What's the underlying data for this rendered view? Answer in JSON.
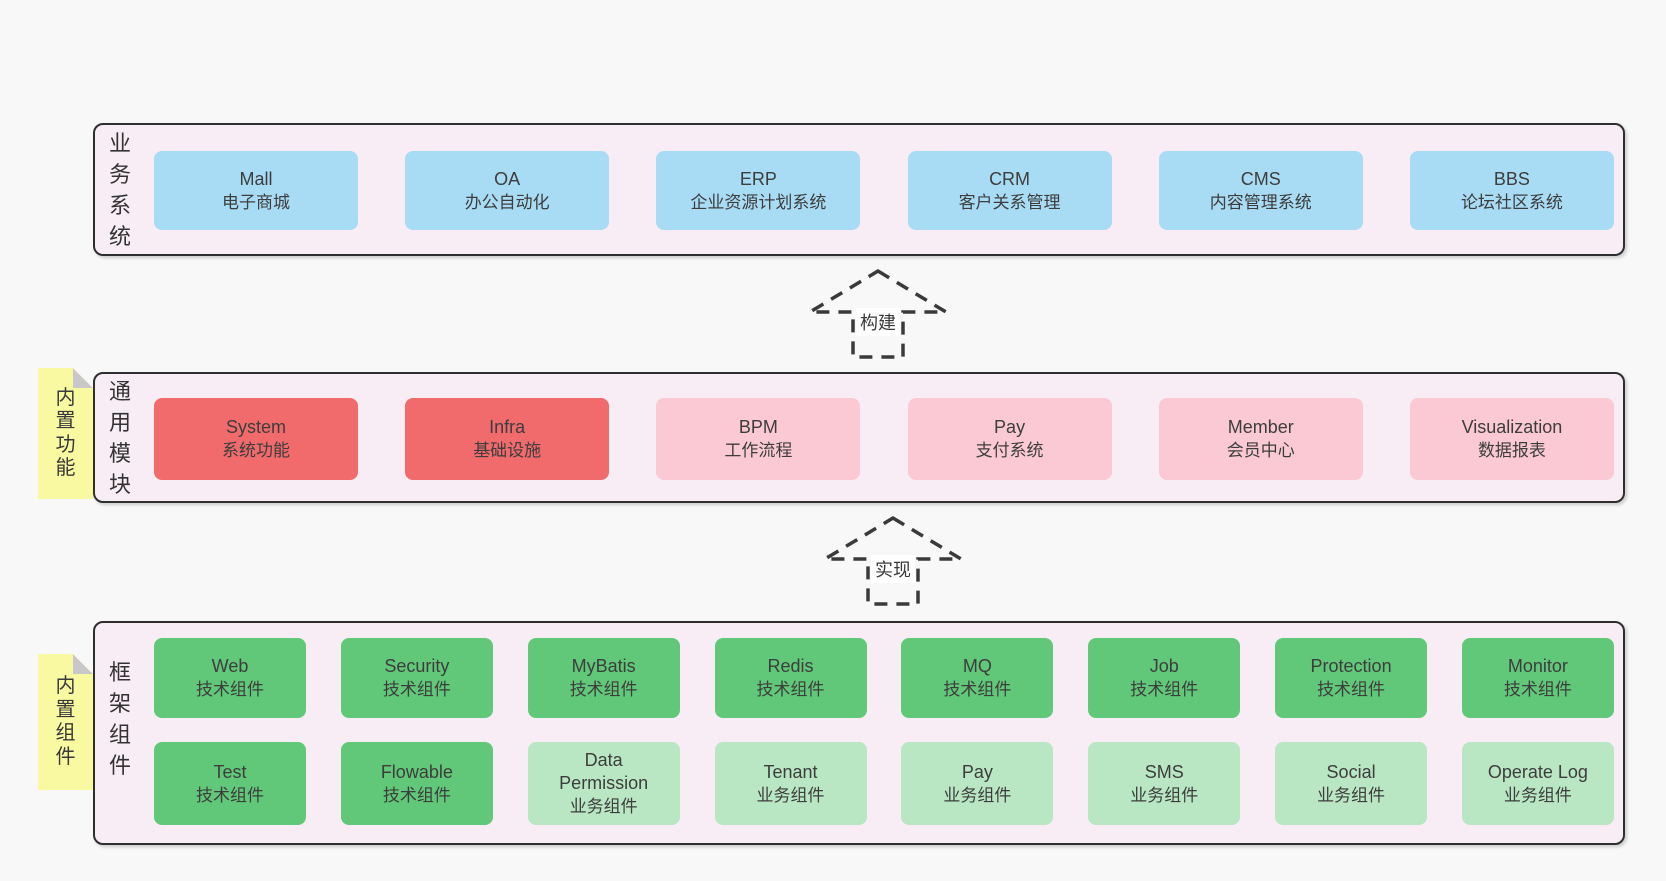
{
  "diagram": {
    "bands": [
      {
        "id": "business-systems",
        "label": "业务系统",
        "boxes": [
          {
            "name": "Mall",
            "desc": "电子商城",
            "color": "blue"
          },
          {
            "name": "OA",
            "desc": "办公自动化",
            "color": "blue"
          },
          {
            "name": "ERP",
            "desc": "企业资源计划系统",
            "color": "blue"
          },
          {
            "name": "CRM",
            "desc": "客户关系管理",
            "color": "blue"
          },
          {
            "name": "CMS",
            "desc": "内容管理系统",
            "color": "blue"
          },
          {
            "name": "BBS",
            "desc": "论坛社区系统",
            "color": "blue"
          }
        ]
      },
      {
        "id": "common-modules",
        "label": "通用模块",
        "sticky": "内置功能",
        "boxes": [
          {
            "name": "System",
            "desc": "系统功能",
            "color": "red"
          },
          {
            "name": "Infra",
            "desc": "基础设施",
            "color": "red"
          },
          {
            "name": "BPM",
            "desc": "工作流程",
            "color": "pink"
          },
          {
            "name": "Pay",
            "desc": "支付系统",
            "color": "pink"
          },
          {
            "name": "Member",
            "desc": "会员中心",
            "color": "pink"
          },
          {
            "name": "Visualization",
            "desc": "数据报表",
            "color": "pink"
          }
        ]
      },
      {
        "id": "framework-components",
        "label": "框架组件",
        "sticky": "内置组件",
        "rows": [
          [
            {
              "name": "Web",
              "desc": "技术组件",
              "color": "green"
            },
            {
              "name": "Security",
              "desc": "技术组件",
              "color": "green"
            },
            {
              "name": "MyBatis",
              "desc": "技术组件",
              "color": "green"
            },
            {
              "name": "Redis",
              "desc": "技术组件",
              "color": "green"
            },
            {
              "name": "MQ",
              "desc": "技术组件",
              "color": "green"
            },
            {
              "name": "Job",
              "desc": "技术组件",
              "color": "green"
            },
            {
              "name": "Protection",
              "desc": "技术组件",
              "color": "green"
            },
            {
              "name": "Monitor",
              "desc": "技术组件",
              "color": "green"
            }
          ],
          [
            {
              "name": "Test",
              "desc": "技术组件",
              "color": "green"
            },
            {
              "name": "Flowable",
              "desc": "技术组件",
              "color": "green"
            },
            {
              "name": "Data Permission",
              "desc": "业务组件",
              "color": "lightgreen"
            },
            {
              "name": "Tenant",
              "desc": "业务组件",
              "color": "lightgreen"
            },
            {
              "name": "Pay",
              "desc": "业务组件",
              "color": "lightgreen"
            },
            {
              "name": "SMS",
              "desc": "业务组件",
              "color": "lightgreen"
            },
            {
              "name": "Social",
              "desc": "业务组件",
              "color": "lightgreen"
            },
            {
              "name": "Operate Log",
              "desc": "业务组件",
              "color": "lightgreen"
            }
          ]
        ]
      }
    ],
    "arrows": [
      {
        "label": "构建"
      },
      {
        "label": "实现"
      }
    ],
    "colors": {
      "blue": "#a8dbf4",
      "red": "#f16a6c",
      "pink": "#fac9d3",
      "green": "#60c878",
      "lightgreen": "#b9e6c3",
      "band_bg": "#f8edf5",
      "sticky_yellow": "#f9f9a2",
      "fold_gray": "#c8c8c8",
      "page_bg": "#f8f8f8",
      "border": "#2f2f2f",
      "text": "#3d3d3d"
    }
  }
}
